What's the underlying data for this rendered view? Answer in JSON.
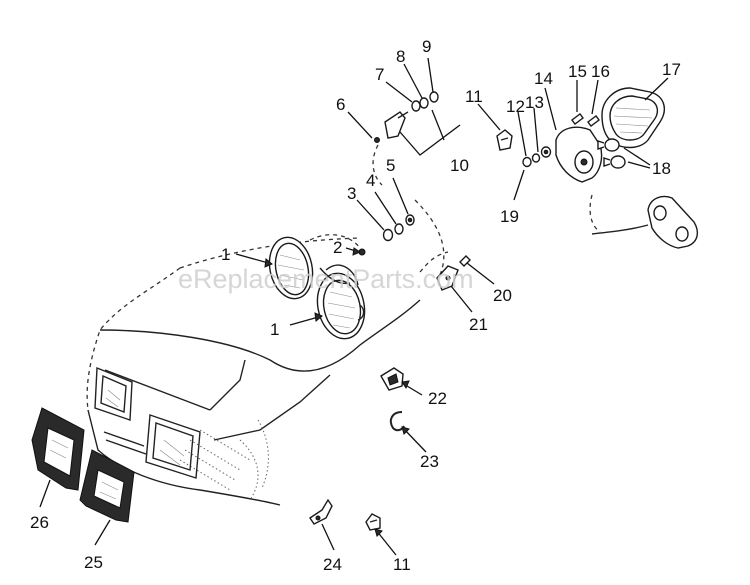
{
  "watermark": "eReplacementParts.com",
  "callouts": [
    "1",
    "1",
    "2",
    "3",
    "4",
    "5",
    "6",
    "7",
    "8",
    "9",
    "10",
    "11",
    "11",
    "12",
    "13",
    "14",
    "15",
    "16",
    "17",
    "18",
    "19",
    "20",
    "21",
    "22",
    "23",
    "24",
    "25",
    "26"
  ]
}
